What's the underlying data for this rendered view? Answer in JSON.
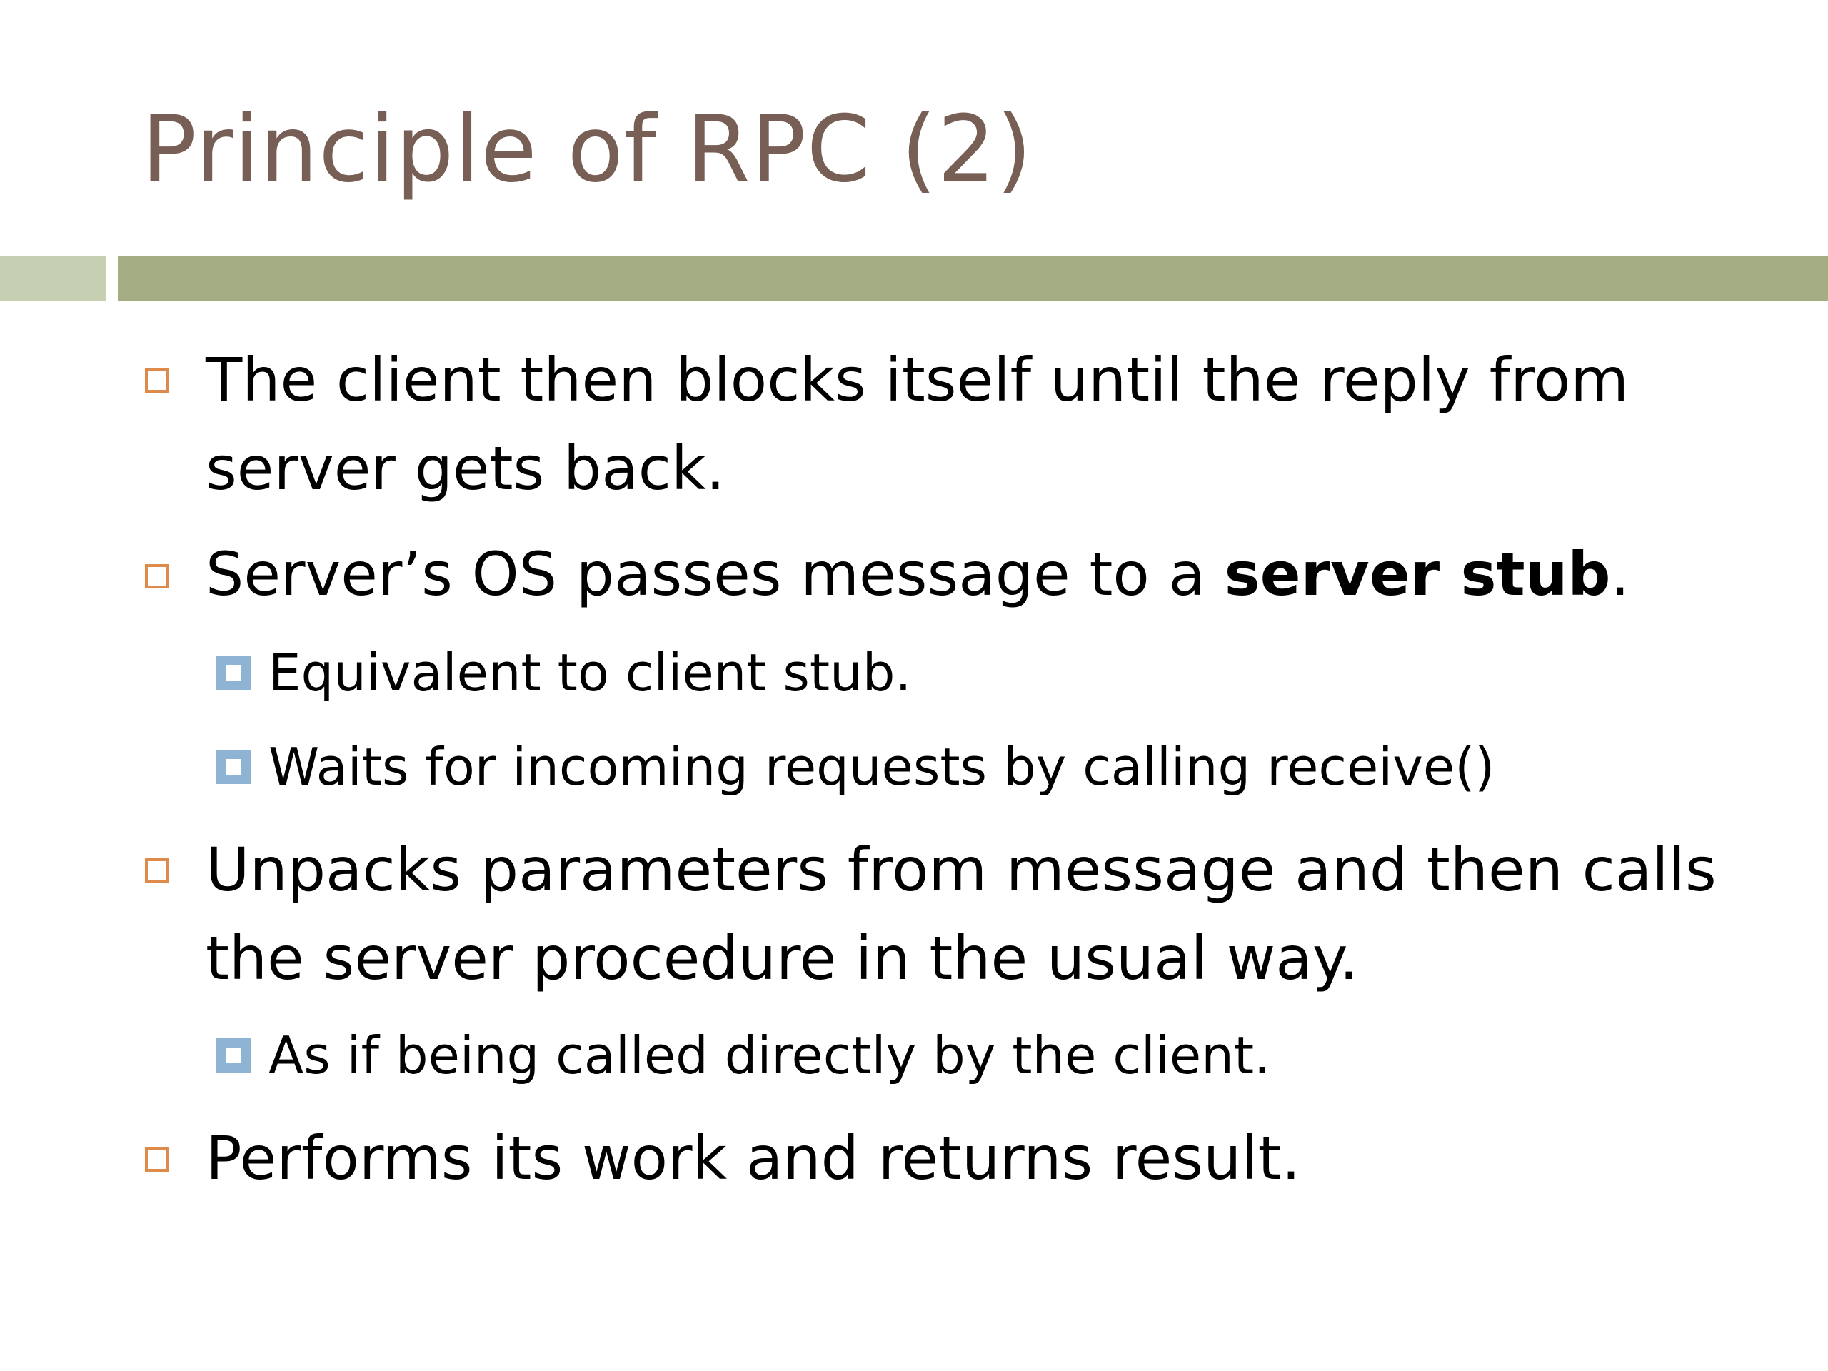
{
  "slide": {
    "title": "Principle of RPC (2)",
    "colors": {
      "title": "#775f55",
      "bar_light": "#c6cfb1",
      "bar_dark": "#a5ad84",
      "bullet_l1": "#de8a4b",
      "bullet_l2": "#8fb3d3"
    },
    "bullets": [
      {
        "level": 1,
        "lines": [
          "The client then blocks itself until the reply from",
          "server gets back."
        ]
      },
      {
        "level": 1,
        "text_before_bold": " Server’s OS passes message to a ",
        "bold": "server stub",
        "text_after_bold": "."
      },
      {
        "level": 2,
        "text": "Equivalent to client stub."
      },
      {
        "level": 2,
        "text": "Waits for incoming requests by calling receive()"
      },
      {
        "level": 1,
        "lines": [
          " Unpacks parameters from message and then calls",
          "the server procedure in the usual way."
        ]
      },
      {
        "level": 2,
        "text": " As if being called directly by the client."
      },
      {
        "level": 1,
        "text": " Performs its work and returns result."
      }
    ]
  }
}
